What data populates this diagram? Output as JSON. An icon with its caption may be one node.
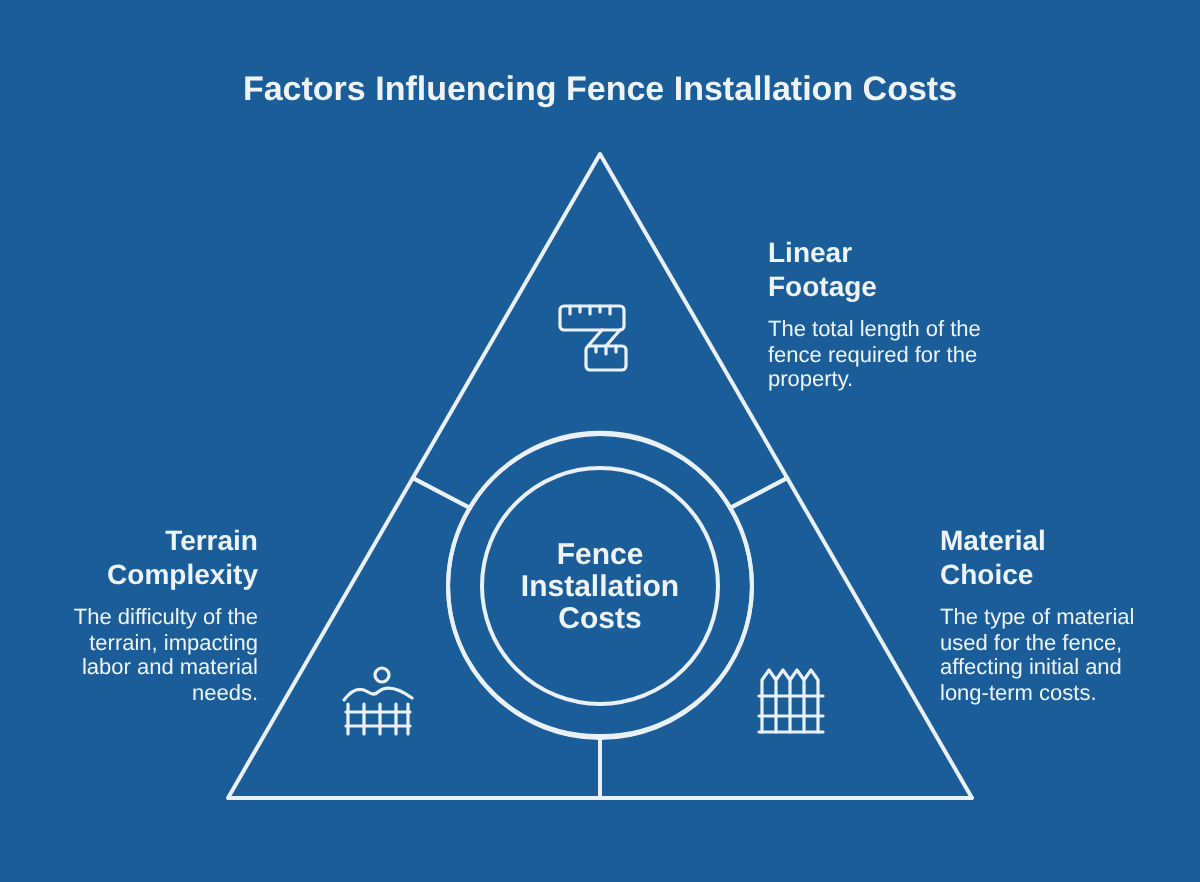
{
  "diagram": {
    "title": "Factors Influencing Fence Installation Costs",
    "nodes": [
      {
        "text": [
          "Linear Footage",
          "The total length of the fence required for the property."
        ]
      },
      {
        "text": [
          "Terrain Complexity",
          "The difficulty of the terrain, impacting labor and material needs."
        ]
      },
      {
        "text": [
          "Fence Installation Costs"
        ]
      },
      {
        "text": [
          "Material Choice",
          "The type of material used for the fence, affecting initial and long-term costs."
        ]
      }
    ]
  }
}
